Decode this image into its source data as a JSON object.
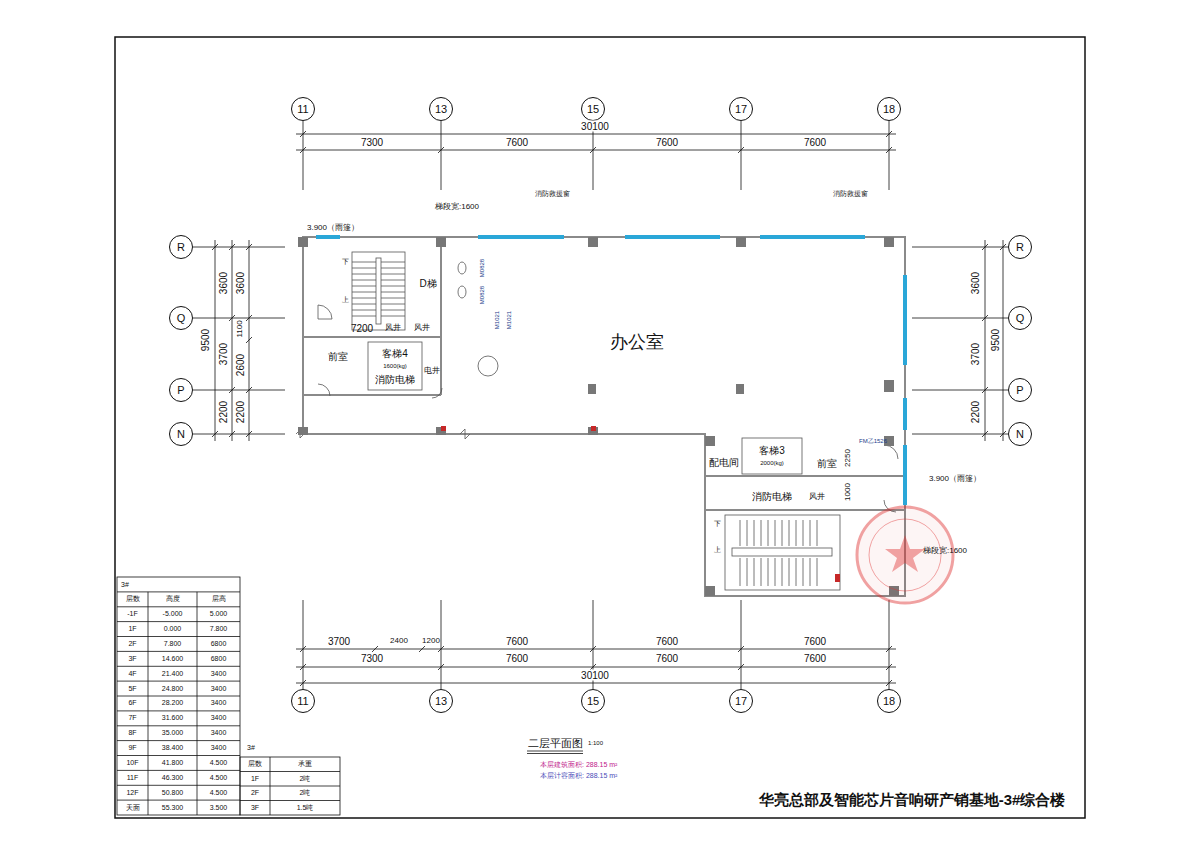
{
  "diagram": {
    "title": "华亮总部及智能芯片音响研产销基地-3#综合楼",
    "caption": "二层平面图",
    "nodes": [
      {
        "text": [
          "11"
        ]
      },
      {
        "text": [
          "13"
        ]
      },
      {
        "text": [
          "15"
        ]
      },
      {
        "text": [
          "17"
        ]
      },
      {
        "text": [
          "18"
        ]
      },
      {
        "text": [
          "R"
        ]
      },
      {
        "text": [
          "R"
        ]
      },
      {
        "text": [
          "Q"
        ]
      },
      {
        "text": [
          "Q"
        ]
      },
      {
        "text": [
          "P"
        ]
      },
      {
        "text": [
          "P"
        ]
      },
      {
        "text": [
          "N"
        ]
      },
      {
        "text": [
          "N"
        ]
      },
      {
        "text": [
          "11"
        ]
      },
      {
        "text": [
          "13"
        ]
      },
      {
        "text": [
          "15"
        ]
      },
      {
        "text": [
          "17"
        ]
      },
      {
        "text": [
          "18"
        ]
      }
    ],
    "labels": [
      "30100",
      "7300",
      "7600",
      "7600",
      "7600",
      "3.900（雨篷）",
      "梯段宽:1600",
      "消防救援窗",
      "消防救援窗",
      "下",
      "上",
      "D梯",
      "M0828",
      "M0828",
      "M1021",
      "M1021",
      "7200",
      "风井",
      "风井",
      "前室",
      "客梯4",
      "1600(kg)",
      "消防电梯",
      "电井",
      "办公室",
      "FM乙1526",
      "配电间",
      "客梯3",
      "2000(kg)",
      "前室",
      "2250",
      "1000",
      "消防电梯",
      "风井",
      "3.900（雨篷）",
      "下",
      "上",
      "梯段宽:1600",
      "3700",
      "2400",
      "1200",
      "7600",
      "7600",
      "7600",
      "7300",
      "7600",
      "7600",
      "7600",
      "30100",
      "9500",
      "3600",
      "3600",
      "1100",
      "3700",
      "2600",
      "2200",
      "2200",
      "3600",
      "9500",
      "3700",
      "2200",
      "3#",
      "层数",
      "高度",
      "层高",
      "-1F",
      "-5.000",
      "5.000",
      "1F",
      "0.000",
      "7.800",
      "2F",
      "7.800",
      "6800",
      "3F",
      "14.600",
      "6800",
      "4F",
      "21.400",
      "3400",
      "5F",
      "24.800",
      "3400",
      "6F",
      "28.200",
      "3400",
      "7F",
      "31.600",
      "3400",
      "8F",
      "35.000",
      "3400",
      "9F",
      "38.400",
      "3400",
      "10F",
      "41.800",
      "4.500",
      "11F",
      "46.300",
      "4.500",
      "12F",
      "50.800",
      "4.500",
      "天面",
      "55.300",
      "3.500",
      "3#",
      "层数",
      "承重",
      "1F",
      "2吨",
      "2F",
      "2吨",
      "3F",
      "1.5吨",
      "1:100",
      "本层建筑面积: 288.15 m²",
      "本层计容面积: 288.15 m²"
    ]
  }
}
